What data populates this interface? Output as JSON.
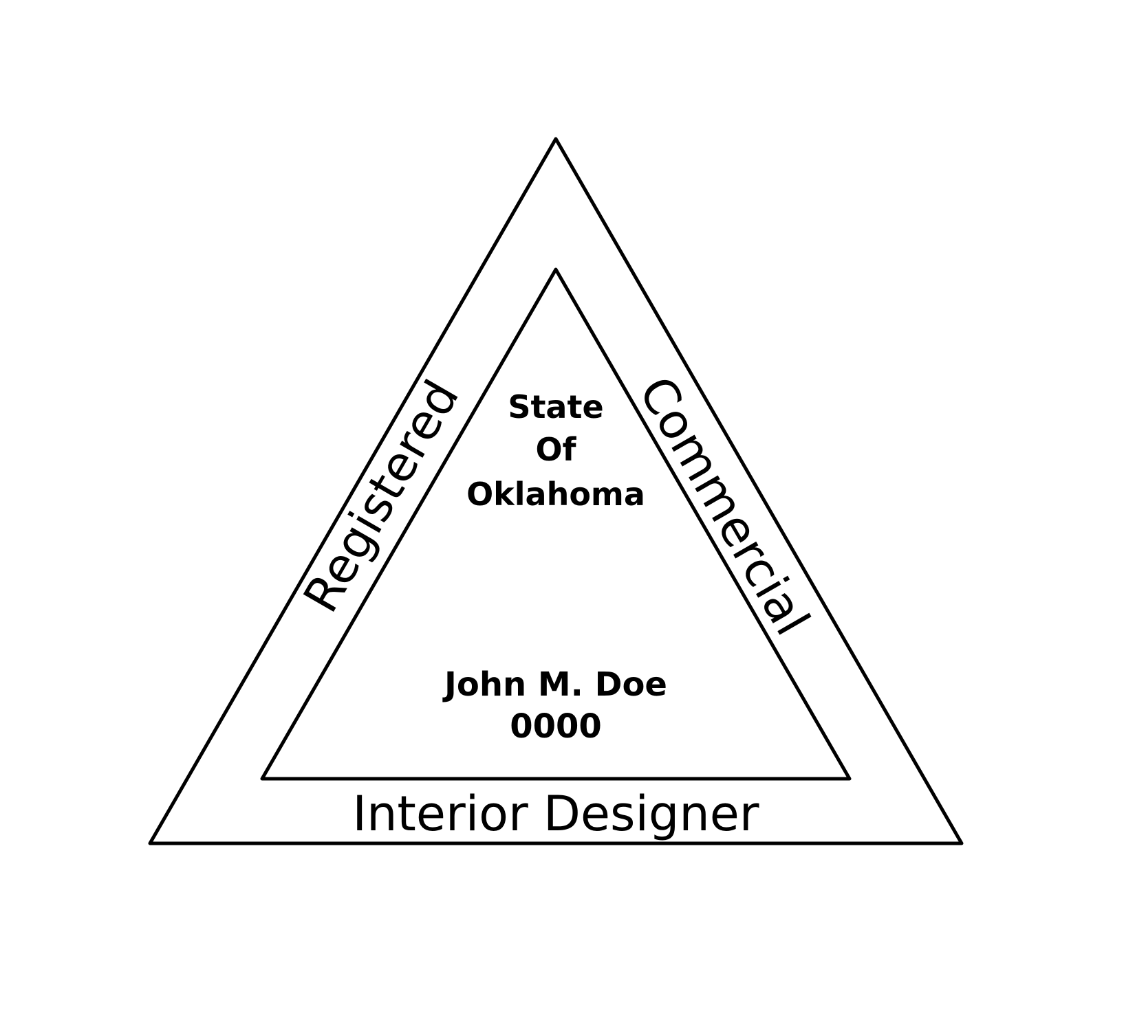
{
  "seal": {
    "left_edge_text": "Registered",
    "right_edge_text": "Commercial",
    "bottom_edge_text": "Interior Designer",
    "state_line_1": "State",
    "state_line_2": "Of",
    "state_line_3": "Oklahoma",
    "holder_name": "John M. Doe",
    "license_number": "0000"
  },
  "colors": {
    "ink": "#000000",
    "paper": "#ffffff"
  }
}
